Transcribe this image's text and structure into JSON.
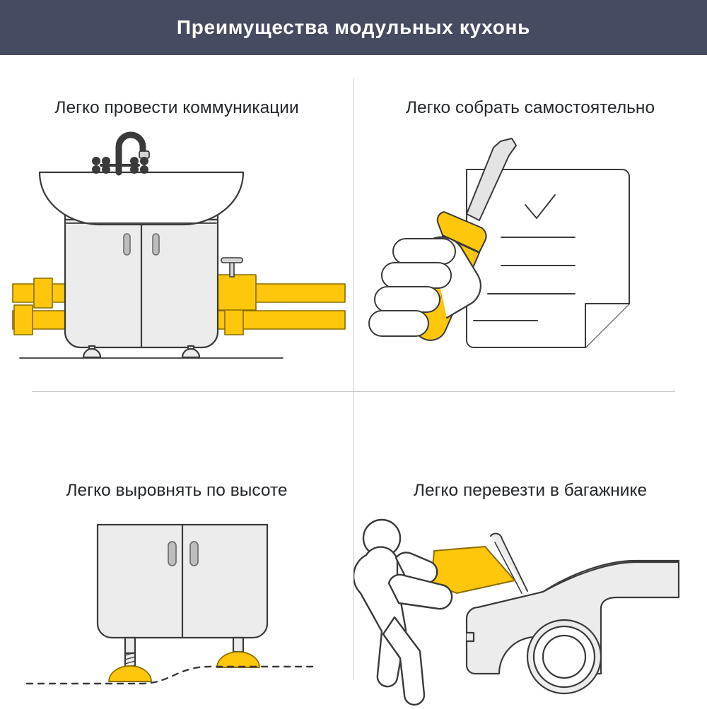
{
  "header": {
    "title": "Преимущества модульных кухонь",
    "bg_color": "#454C61",
    "text_color": "#FFFFFF"
  },
  "palette": {
    "accent_yellow": "#FFC70B",
    "accent_yellow_dark": "#F5B800",
    "line_dark": "#3A3A3A",
    "fill_light_gray": "#ECECEC",
    "fill_mid_gray": "#D6D6D6",
    "divider_gray": "#C8C8C8",
    "title_text": "#25282B",
    "white": "#FFFFFF"
  },
  "cells": [
    {
      "id": "communications",
      "title": "Легко провести коммуникации",
      "illustration": "sink-vanity-with-pipes",
      "elements": [
        "wash-basin",
        "gooseneck-faucet",
        "cross-handle-valve-left",
        "cross-handle-valve-right",
        "cabinet-two-doors",
        "door-handle-left",
        "door-handle-right",
        "yellow-pipe-upper",
        "yellow-pipe-lower",
        "pipe-valve",
        "cabinet-foot-left",
        "cabinet-foot-right",
        "floor-line"
      ]
    },
    {
      "id": "self-assembly",
      "title": "Легко собрать самостоятельно",
      "illustration": "hand-with-screwdriver-and-manual",
      "elements": [
        "instruction-sheet",
        "checkmark",
        "text-line-1",
        "text-line-2",
        "text-line-3",
        "text-line-4",
        "folded-corner",
        "screwdriver-blade",
        "screwdriver-handle",
        "hand",
        "finger-1",
        "finger-2",
        "finger-3",
        "finger-4",
        "thumb"
      ]
    },
    {
      "id": "height-adjustment",
      "title": "Легко выровнять по высоте",
      "illustration": "cabinet-with-adjustable-feet",
      "elements": [
        "cabinet-two-doors",
        "door-handle-left",
        "door-handle-right",
        "adjustable-leg-left-extended",
        "adjustable-leg-right-short",
        "yellow-foot-left",
        "yellow-foot-right",
        "uneven-floor-dashed-line"
      ]
    },
    {
      "id": "transport",
      "title": "Легко перевезти в багажнике",
      "illustration": "person-loading-box-into-car-trunk",
      "elements": [
        "stick-figure-person",
        "person-head",
        "person-arm-upper",
        "person-arm-lower",
        "person-leg-front",
        "person-leg-back",
        "yellow-box",
        "car-body",
        "open-hatchback-lid",
        "hood-prop-rod",
        "car-wheel"
      ]
    }
  ]
}
